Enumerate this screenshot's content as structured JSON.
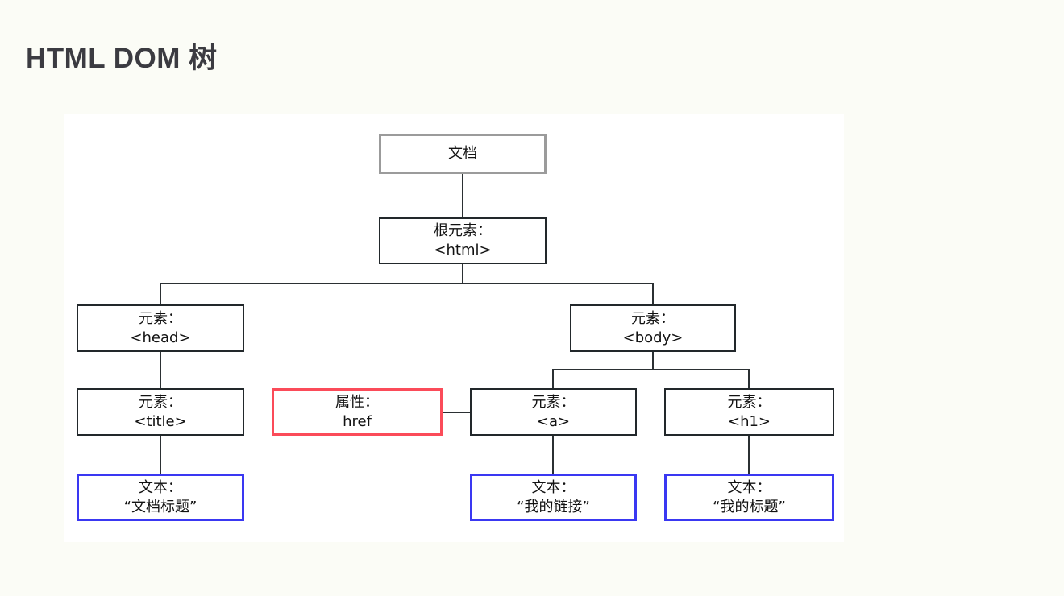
{
  "page": {
    "title": "HTML DOM 树",
    "background_color": "#fbfcf6",
    "panel_background": "#ffffff"
  },
  "colors": {
    "title_text": "#3b3b41",
    "document_border": "#9b9b9b",
    "element_border": "#22282b",
    "attribute_border": "#fb4b59",
    "text_border": "#3a38f2",
    "connector": "#2b3033"
  },
  "diagram": {
    "type": "tree",
    "nodes": {
      "document": {
        "line1": "文档",
        "line2": "",
        "kind": "document",
        "border": "gray"
      },
      "html": {
        "line1": "根元素：",
        "line2": "<html>",
        "kind": "element",
        "border": "black"
      },
      "head": {
        "line1": "元素：",
        "line2": "<head>",
        "kind": "element",
        "border": "black"
      },
      "body": {
        "line1": "元素：",
        "line2": "<body>",
        "kind": "element",
        "border": "black"
      },
      "title": {
        "line1": "元素：",
        "line2": "<title>",
        "kind": "element",
        "border": "black"
      },
      "attr_href": {
        "line1": "属性：",
        "line2": "href",
        "kind": "attribute",
        "border": "red"
      },
      "anchor": {
        "line1": "元素：",
        "line2": "<a>",
        "kind": "element",
        "border": "black"
      },
      "heading": {
        "line1": "元素：",
        "line2": "<h1>",
        "kind": "element",
        "border": "black"
      },
      "text_title": {
        "line1": "文本：",
        "line2": "“文档标题”",
        "kind": "text",
        "border": "blue"
      },
      "text_link": {
        "line1": "文本：",
        "line2": "“我的链接”",
        "kind": "text",
        "border": "blue"
      },
      "text_h1": {
        "line1": "文本：",
        "line2": "“我的标题”",
        "kind": "text",
        "border": "blue"
      }
    },
    "edges": [
      {
        "from": "document",
        "to": "html",
        "style": "vertical"
      },
      {
        "from": "html",
        "to": "head",
        "style": "elbow"
      },
      {
        "from": "html",
        "to": "body",
        "style": "elbow"
      },
      {
        "from": "head",
        "to": "title",
        "style": "vertical"
      },
      {
        "from": "title",
        "to": "text_title",
        "style": "vertical"
      },
      {
        "from": "body",
        "to": "anchor",
        "style": "elbow"
      },
      {
        "from": "body",
        "to": "heading",
        "style": "elbow"
      },
      {
        "from": "attr_href",
        "to": "anchor",
        "style": "horizontal"
      },
      {
        "from": "anchor",
        "to": "text_link",
        "style": "vertical"
      },
      {
        "from": "heading",
        "to": "text_h1",
        "style": "vertical"
      }
    ]
  }
}
